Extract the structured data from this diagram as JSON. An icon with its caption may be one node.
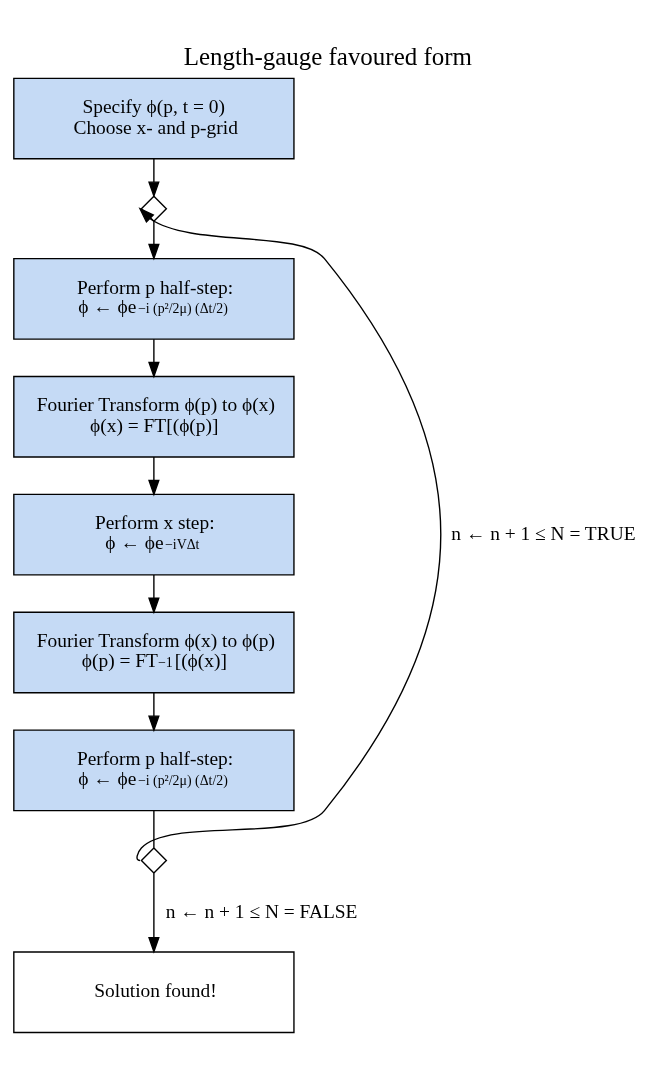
{
  "diagram": {
    "title": "Length-gauge favoured form",
    "nodes": [
      {
        "text": [
          "Specify ϕ(p, t = 0)",
          "Choose x- and p-grid"
        ]
      },
      {
        "text": [],
        "shape": "diamond"
      },
      {
        "text": [
          "Perform p half-step:",
          "ϕ ← ϕe$^{−i (p²/2μ) (Δt/2)}$"
        ]
      },
      {
        "text": [
          "Fourier Transform ϕ(p) to ϕ(x)",
          "ϕ(x) = FT[(ϕ(p)]"
        ]
      },
      {
        "text": [
          "Perform x step:",
          "ϕ ← ϕe$^{−iVΔt}$"
        ]
      },
      {
        "text": [
          "Fourier Transform ϕ(x) to ϕ(p)",
          "ϕ(p) = FT$^{−1}$[(ϕ(x)]"
        ]
      },
      {
        "text": [
          "Perform p half-step:",
          "ϕ ← ϕe$^{−i (p²/2μ) (Δt/2)}$"
        ]
      },
      {
        "text": [],
        "shape": "diamond"
      },
      {
        "text": [
          "Solution found!"
        ]
      }
    ],
    "edges": [
      {
        "from": 0,
        "to": 1,
        "arrow": "to"
      },
      {
        "from": 1,
        "to": 2,
        "arrow": "to"
      },
      {
        "from": 2,
        "to": 3,
        "arrow": "to"
      },
      {
        "from": 3,
        "to": 4,
        "arrow": "to"
      },
      {
        "from": 4,
        "to": 5,
        "arrow": "to"
      },
      {
        "from": 5,
        "to": 6,
        "arrow": "to"
      },
      {
        "from": 6,
        "to": 7,
        "arrow": "none"
      },
      {
        "from": 7,
        "to": 1,
        "arrow": "to",
        "label": "n ← n + 1 ≤ N = TRUE"
      },
      {
        "from": 7,
        "to": 8,
        "arrow": "to",
        "label": "n ← n + 1 ≤ N = FALSE"
      }
    ]
  }
}
